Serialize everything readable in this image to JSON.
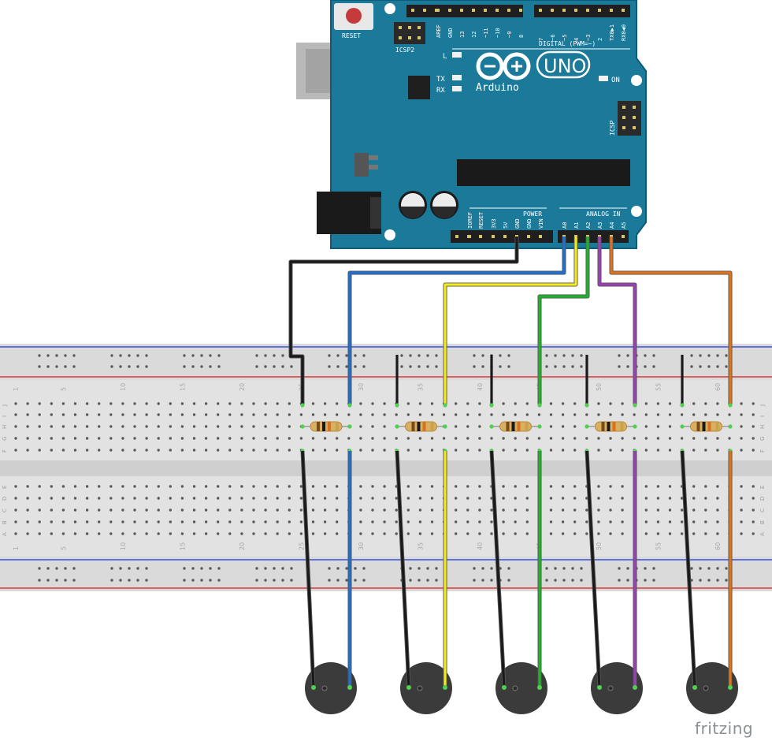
{
  "board": {
    "logo_word": "Arduino",
    "model": "UNO",
    "reset_label": "RESET",
    "icsp2_label": "ICSP2",
    "icsp_label": "ICSP",
    "led_l": "L",
    "led_tx": "TX",
    "led_rx": "RX",
    "led_on": "ON",
    "digital_header_label": "DIGITAL (PWM=~)",
    "power_label": "POWER",
    "analog_label": "ANALOG IN",
    "digital_left_pins": [
      "AREF",
      "GND",
      "13",
      "12",
      "~11",
      "~10",
      "~9",
      "8"
    ],
    "digital_right_pins": [
      "7",
      "~6",
      "~5",
      "4",
      "~3",
      "2",
      "TX0▶1",
      "RX0◀0"
    ],
    "power_pins": [
      "IOREF",
      "RESET",
      "3V3",
      "5V",
      "GND",
      "GND",
      "VIN"
    ],
    "analog_pins": [
      "A0",
      "A1",
      "A2",
      "A3",
      "A4",
      "A5"
    ]
  },
  "breadboard": {
    "row_letters_top": [
      "J",
      "I",
      "H",
      "G",
      "F"
    ],
    "row_letters_bottom": [
      "E",
      "D",
      "C",
      "B",
      "A"
    ],
    "column_numbers": [
      "1",
      "5",
      "10",
      "15",
      "20",
      "25",
      "30",
      "35",
      "40",
      "45",
      "50",
      "55",
      "60"
    ]
  },
  "wire_colors": {
    "ground": "#1a1a1a",
    "A0": "#1f6fd1",
    "A1": "#f2ea1b",
    "A2": "#1fb32b",
    "A3": "#9b3fb5",
    "A4": "#e0741a"
  },
  "sensor_count": 5,
  "footer": {
    "brand": "fritzing"
  }
}
